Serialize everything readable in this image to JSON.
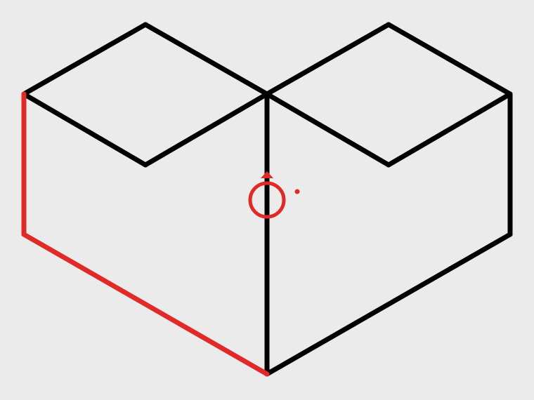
{
  "puzzle": {
    "kind": "single-stroke line drawing",
    "total_edges": 17,
    "traced_edges": 3,
    "colors": {
      "background": "#ebebeb",
      "untraced_edge": "#000000",
      "traced_edge": "#e02a27",
      "cursor": "#e02a27"
    },
    "cursor": {
      "direction": "up",
      "shape": "ring with arrow"
    }
  }
}
